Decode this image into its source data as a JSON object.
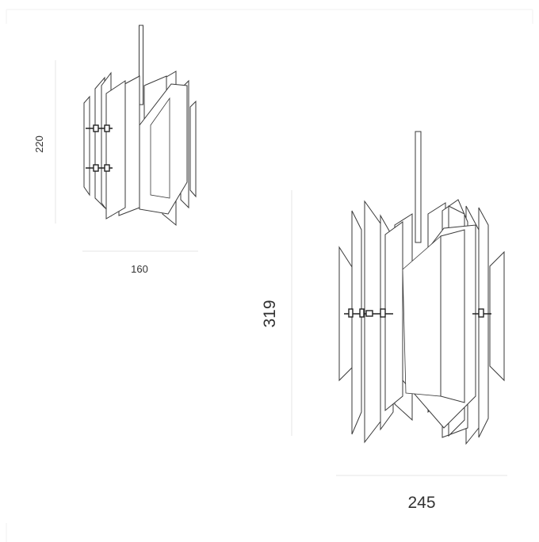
{
  "small_lamp": {
    "height_label": "220",
    "width_label": "160"
  },
  "large_lamp": {
    "height_label": "319",
    "width_label": "245"
  },
  "colors": {
    "line": "#3a3a3a",
    "dimension_line": "#e6e6e6",
    "text": "#333333"
  }
}
